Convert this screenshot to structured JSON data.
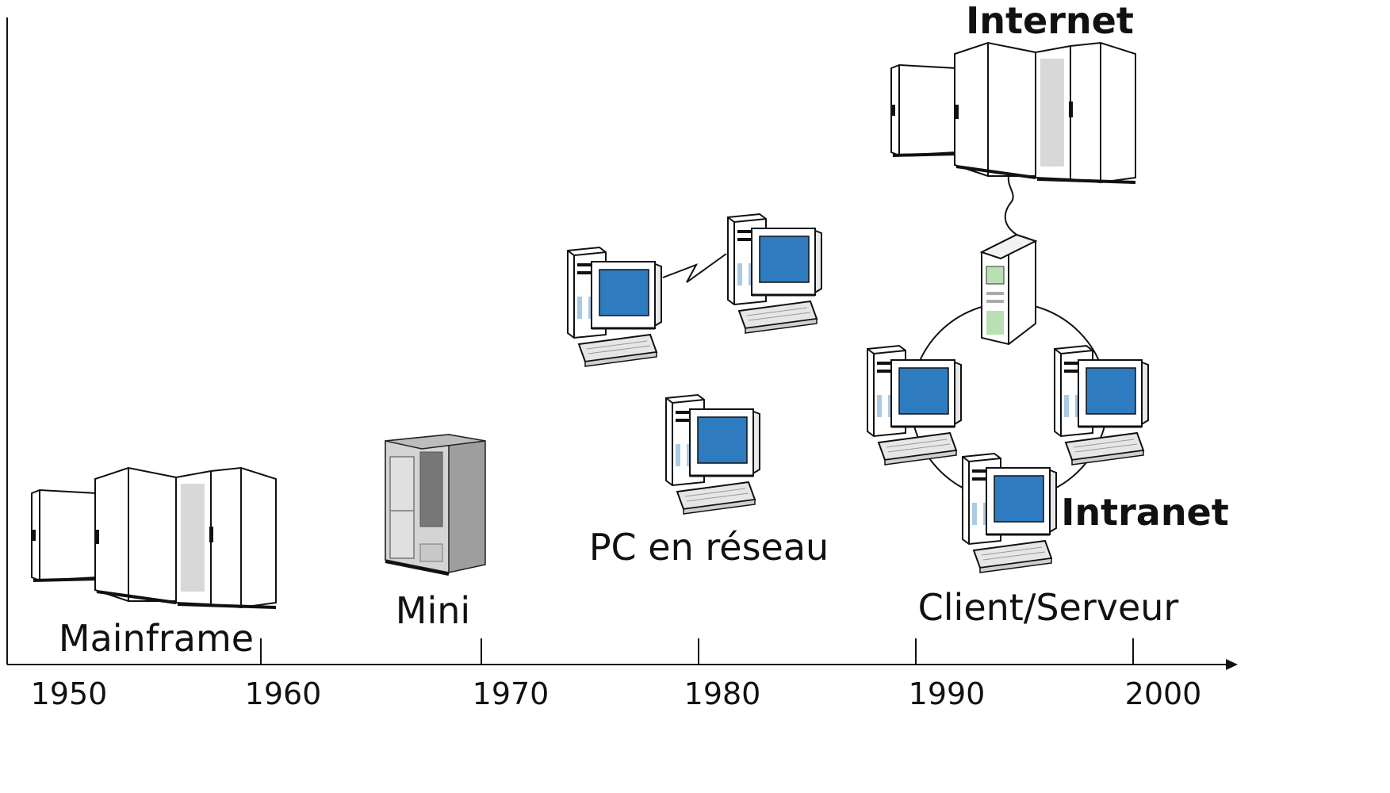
{
  "labels": {
    "mainframe": "Mainframe",
    "mini": "Mini",
    "pc_reseau": "PC en réseau",
    "client_serveur": "Client/Serveur",
    "internet": "Internet",
    "intranet": "Intranet"
  },
  "axis": {
    "years": [
      "1950",
      "1960",
      "1970",
      "1980",
      "1990",
      "2000"
    ]
  },
  "colors": {
    "screen": "#2f7bbf",
    "ink": "#111111",
    "cabinet": "#ffffff",
    "mini_cabinet": "#bdbdbd",
    "drive_bay": "#a7cbe6",
    "server_panel": "#b9e0b2"
  },
  "icons": [
    "mainframe-icon",
    "minicomputer-icon",
    "pc-icon",
    "server-tower-icon",
    "network-cable-icon"
  ]
}
